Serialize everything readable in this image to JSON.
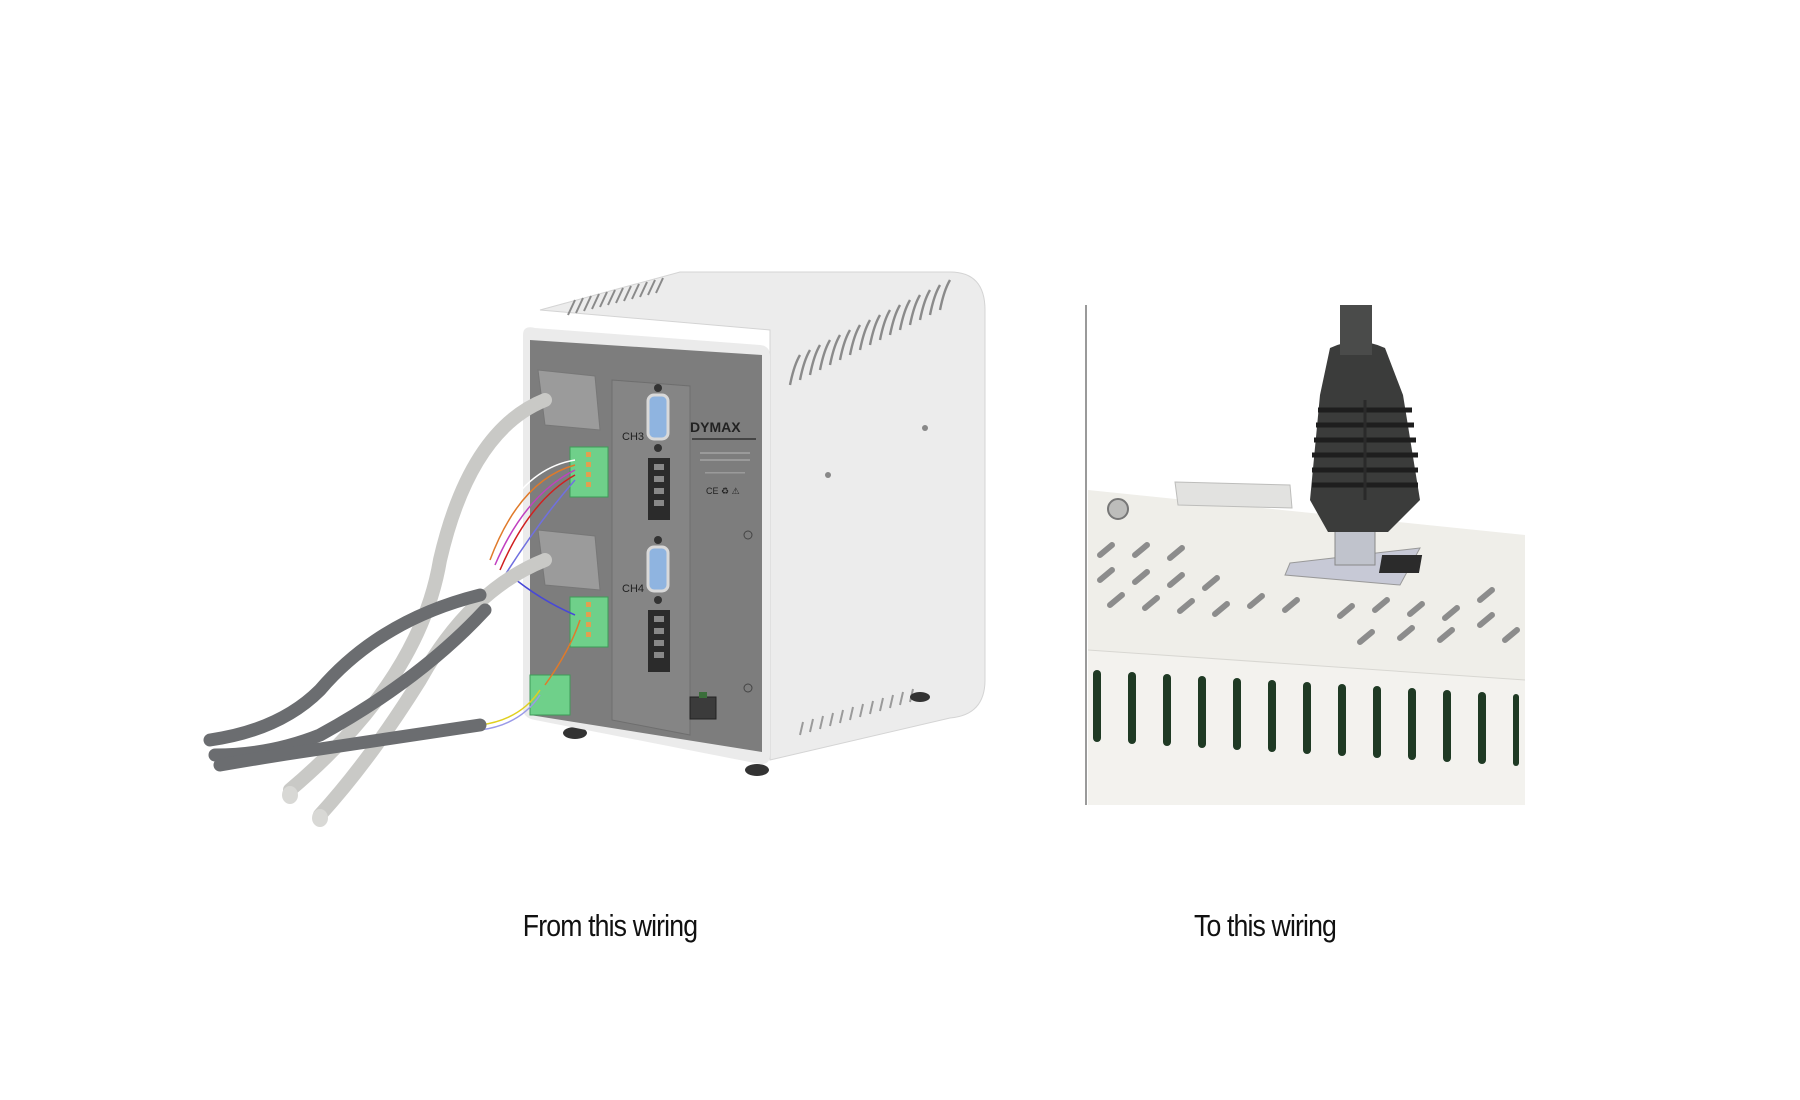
{
  "figures": [
    {
      "id": "before",
      "caption": "From this wiring",
      "subject": "Dymax controller rear panel with individual multi-wire cables and terminal blocks",
      "labels": {
        "brand": "DYMAX",
        "channel_top": "CH3",
        "channel_bottom": "CH4"
      }
    },
    {
      "id": "after",
      "caption": "To this wiring",
      "subject": "Single RJ45 network cable plugged into top of DIN-rail module"
    }
  ],
  "colors": {
    "background": "#ffffff",
    "housing": "#ececec",
    "panel": "#7d7d7d",
    "terminal_green": "#6fd08a",
    "cable_light": "#c9c9c6",
    "cable_dark": "#6b6d70",
    "db9_blue": "#8fb4e0",
    "rj45_boot": "#3b3c3b",
    "caption_text": "#111111"
  }
}
